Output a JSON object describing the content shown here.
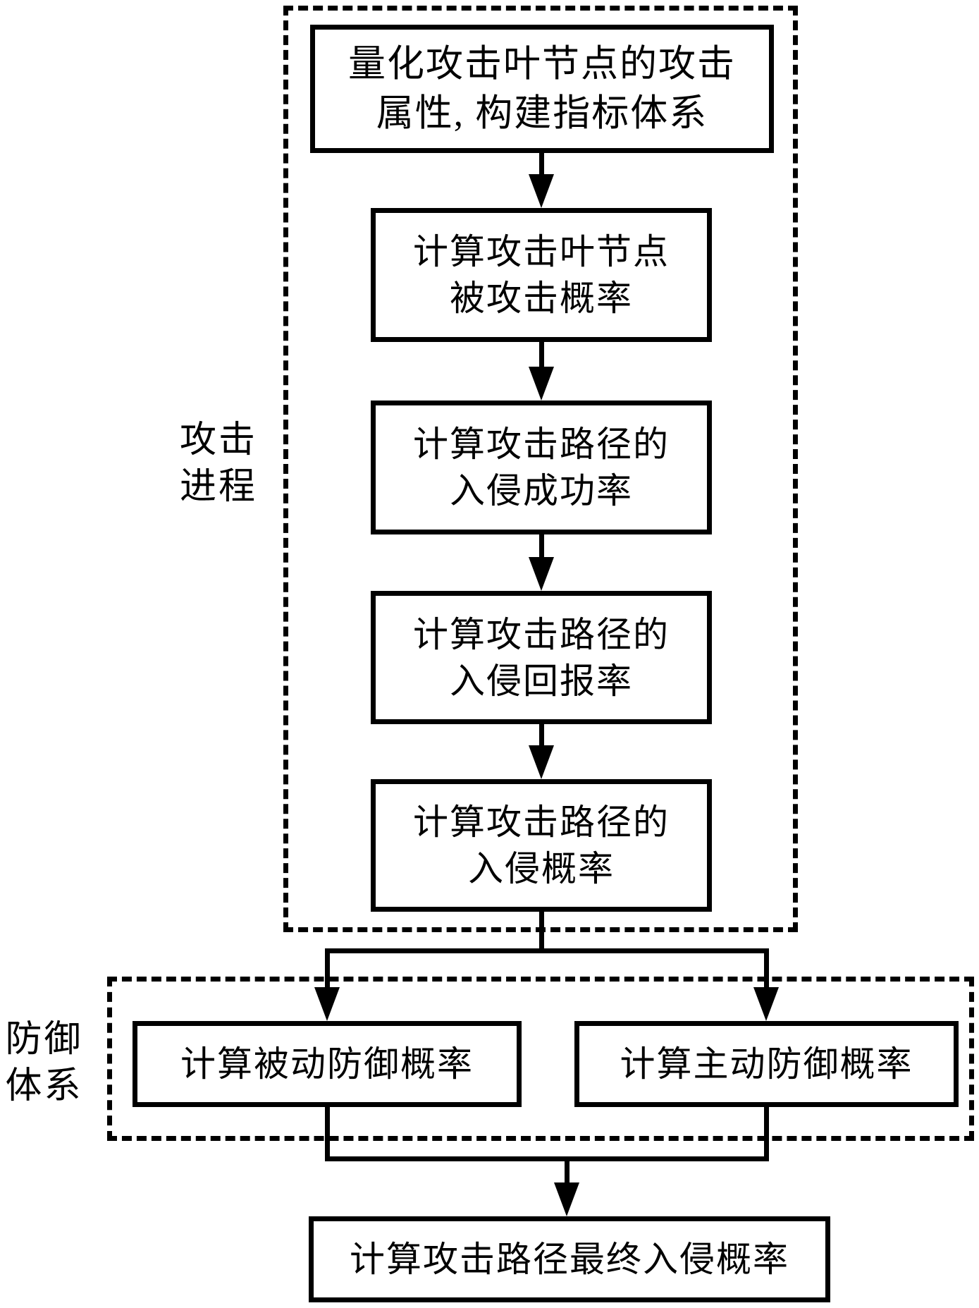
{
  "diagram": {
    "title": "attack-defense probability computation flowchart",
    "colors": {
      "line": "#000000",
      "background": "#ffffff"
    },
    "groups": {
      "attack": {
        "label_line1": "攻击",
        "label_line2": "进程"
      },
      "defense": {
        "label_line1": "防御",
        "label_line2": "体系"
      }
    },
    "nodes": {
      "quantify": {
        "line1": "量化攻击叶节点的攻击",
        "line2": "属性, 构建指标体系"
      },
      "leaf_prob": {
        "line1": "计算攻击叶节点",
        "line2": "被攻击概率"
      },
      "success_rate": {
        "line1": "计算攻击路径的",
        "line2": "入侵成功率"
      },
      "return_rate": {
        "line1": "计算攻击路径的",
        "line2": "入侵回报率"
      },
      "intrusion_prob": {
        "line1": "计算攻击路径的",
        "line2": "入侵概率"
      },
      "passive_defense": {
        "line1": "计算被动防御概率"
      },
      "active_defense": {
        "line1": "计算主动防御概率"
      },
      "final_prob": {
        "line1": "计算攻击路径最终入侵概率"
      }
    }
  }
}
